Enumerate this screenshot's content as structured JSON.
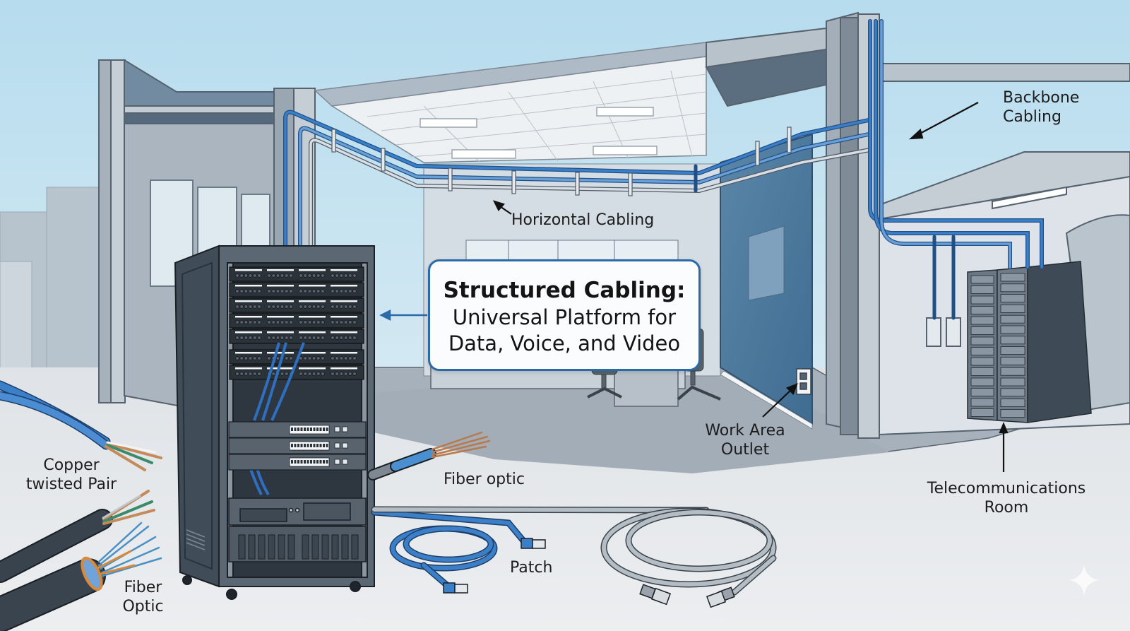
{
  "diagram": {
    "title": "Structured Cabling:",
    "subtitle_line1": "Universal Platform for",
    "subtitle_line2": "Data, Voice, and Video"
  },
  "labels": {
    "backbone_line1": "Backbone",
    "backbone_line2": "Cabling",
    "horizontal": "Horizontal Cabling",
    "work_area_line1": "Work Area",
    "work_area_line2": "Outlet",
    "telecom_line1": "Telecommunications",
    "telecom_line2": "Room",
    "copper_line1": "Copper",
    "copper_line2": "twisted Pair",
    "fiber_left_line1": "Fiber",
    "fiber_left_line2": "Optic",
    "fiber_mid": "Fiber optic",
    "patch": "Patch"
  },
  "components": [
    {
      "name": "Equipment rack",
      "contents": [
        "patch panels",
        "network switches",
        "server"
      ]
    },
    {
      "name": "Telecommunications room racks"
    },
    {
      "name": "Work area outlet"
    },
    {
      "name": "Grey patch cable"
    },
    {
      "name": "Blue patch cable"
    }
  ],
  "colors": {
    "accent_blue": "#2b6aa6",
    "cable_blue": "#2f6fbf",
    "rack_dark": "#3c4650",
    "sky": "#bfe0ef",
    "floor": "#e9ecef"
  },
  "watermark_icon": "sparkle-icon"
}
